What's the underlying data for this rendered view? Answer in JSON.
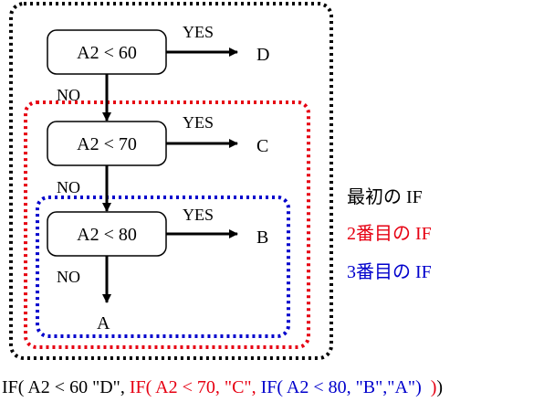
{
  "colors": {
    "outer_frame": "#000000",
    "second_frame": "#e60012",
    "third_frame": "#0000cc",
    "formula_black": "#000000",
    "formula_red": "#e60012",
    "formula_blue": "#0000cc"
  },
  "flow": {
    "box1": {
      "condition": "A2 < 60",
      "yes_label": "YES",
      "yes_result": "D",
      "no_label": "NO"
    },
    "box2": {
      "condition": "A2 < 70",
      "yes_label": "YES",
      "yes_result": "C",
      "no_label": "NO"
    },
    "box3": {
      "condition": "A2 < 80",
      "yes_label": "YES",
      "yes_result": "B",
      "no_label": "NO"
    },
    "final_result": "A"
  },
  "legend": {
    "first": "最初の IF",
    "second": "2番目の IF",
    "third": "3番目の IF"
  },
  "formula": {
    "part1": "IF( A2 < 60 \"D\", ",
    "part2": "IF( A2 < 70, \"C\", ",
    "part3": "IF( A2 < 80, \"B\",\"A\") ",
    "part4": " )",
    "part5": ")"
  }
}
